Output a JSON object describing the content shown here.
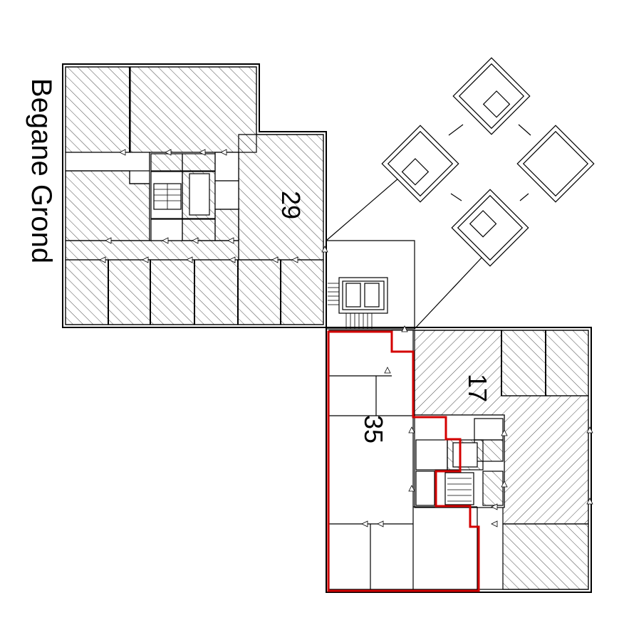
{
  "floor": {
    "title": "Begane Grond"
  },
  "units": [
    {
      "label": "29"
    },
    {
      "label": "17"
    },
    {
      "label": "35",
      "highlight_color": "#d40000"
    }
  ],
  "colors": {
    "wall": "#000000",
    "hatch": "#000000",
    "highlight": "#d40000",
    "background": "#ffffff"
  }
}
